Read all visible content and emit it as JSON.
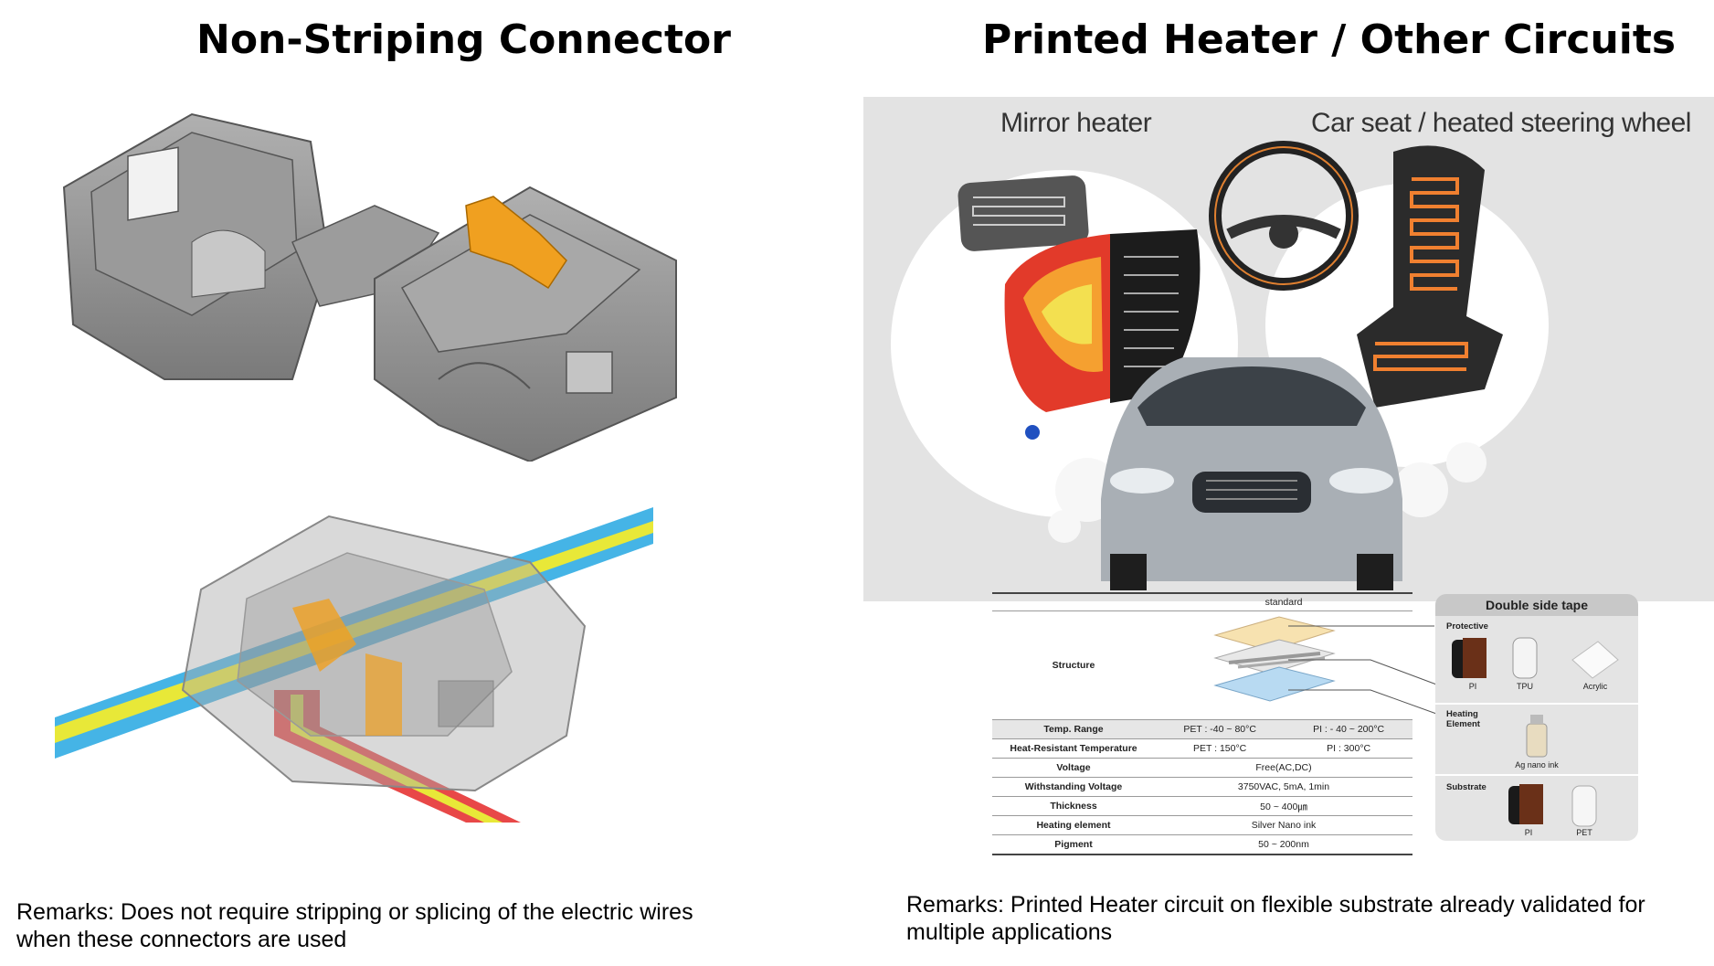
{
  "left": {
    "title": "Non-Striping Connector",
    "remark_line1": "Remarks: Does not require stripping or splicing of the electric wires",
    "remark_line2": "when these connectors are used"
  },
  "right": {
    "title": "Printed Heater / Other Circuits",
    "panel": {
      "mirror_label": "Mirror heater",
      "seat_label": "Car seat / heated steering wheel"
    },
    "remark_line1": "Remarks: Printed Heater circuit on flexible substrate already validated for",
    "remark_line2": "multiple applications"
  },
  "spec_table": {
    "header": "standard",
    "structure_label": "Structure",
    "rows": [
      {
        "label": "Temp. Range",
        "a": "PET : -40 ~ 80°C",
        "b": "PI : - 40 ~ 200°C"
      },
      {
        "label": "Heat-Resistant Temperature",
        "a": "PET : 150°C",
        "b": "PI : 300°C"
      },
      {
        "label": "Voltage",
        "value": "Free(AC,DC)"
      },
      {
        "label": "Withstanding Voltage",
        "value": "3750VAC, 5mA, 1min"
      },
      {
        "label": "Thickness",
        "value": "50 ~ 400㎛"
      },
      {
        "label": "Heating element",
        "value": "Silver Nano ink"
      },
      {
        "label": "Pigment",
        "value": "50 ~ 200nm"
      }
    ]
  },
  "tape_panel": {
    "title": "Double side tape",
    "protective": "Protective",
    "heating_element": "Heating Element",
    "substrate": "Substrate",
    "cap_pi": "PI",
    "cap_tpu": "TPU",
    "cap_acrylic": "Acrylic",
    "cap_ag": "Ag nano ink",
    "cap_pi2": "PI",
    "cap_pet": "PET"
  },
  "colors": {
    "connector_gray": "#8a8a8a",
    "terminal_orange": "#f0a020",
    "wire_blue": "#45b4e6",
    "wire_yellow": "#e8e838",
    "wire_red": "#e84848",
    "panel_bg": "#e3e3e3"
  }
}
